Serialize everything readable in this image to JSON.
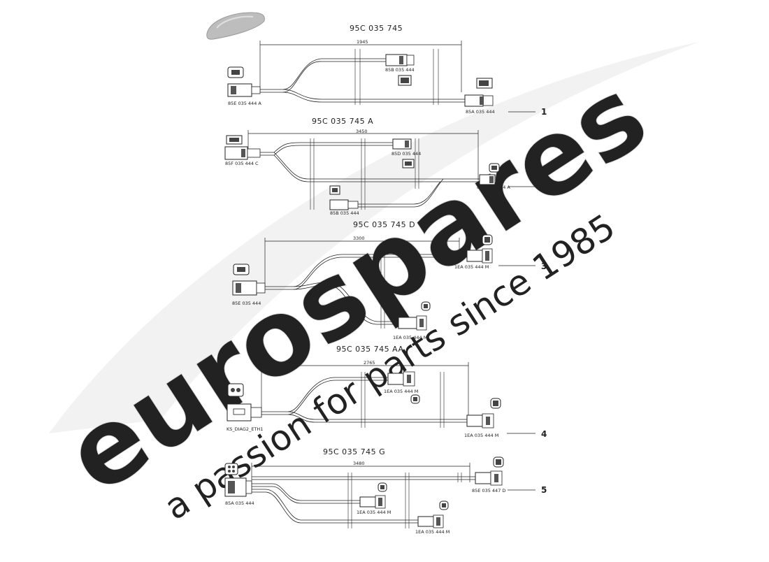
{
  "watermark": {
    "brand": "eurospares",
    "tagline": "a passion for parts since 1985",
    "brand_color": "#e6e6e6",
    "tagline_color": "#f5f3b4"
  },
  "diagram": {
    "line_color": "#222222",
    "harnesses": [
      {
        "callout": "1",
        "title": "95C 035 745",
        "dimension": "1945",
        "labels": [
          "85E 035 444 A",
          "85B 035 444",
          "85A 035 444"
        ]
      },
      {
        "callout": "2",
        "title": "95C 035 745 A",
        "dimension": "3450",
        "labels": [
          "85F 035 444 C",
          "85D 035 444",
          "85E 035 444 A",
          "85B 035 444"
        ]
      },
      {
        "callout": "3",
        "title": "95C 035 745 D",
        "dimension": "3300",
        "labels": [
          "85E 035 444",
          "1EA 035 444 M",
          "1EA 035 444 M"
        ]
      },
      {
        "callout": "4",
        "title": "95C 035 745 AA",
        "dimension": "2765",
        "labels": [
          "KS_DIAG2_ETH1",
          "1EA 035 444 M",
          "1EA 035 444 M"
        ]
      },
      {
        "callout": "5",
        "title": "95C 035 745 G",
        "dimension": "3480",
        "labels": [
          "85A 035 444",
          "1EA 035 444 M",
          "85E 035 447 D",
          "1EA 035 444 M"
        ]
      }
    ]
  }
}
